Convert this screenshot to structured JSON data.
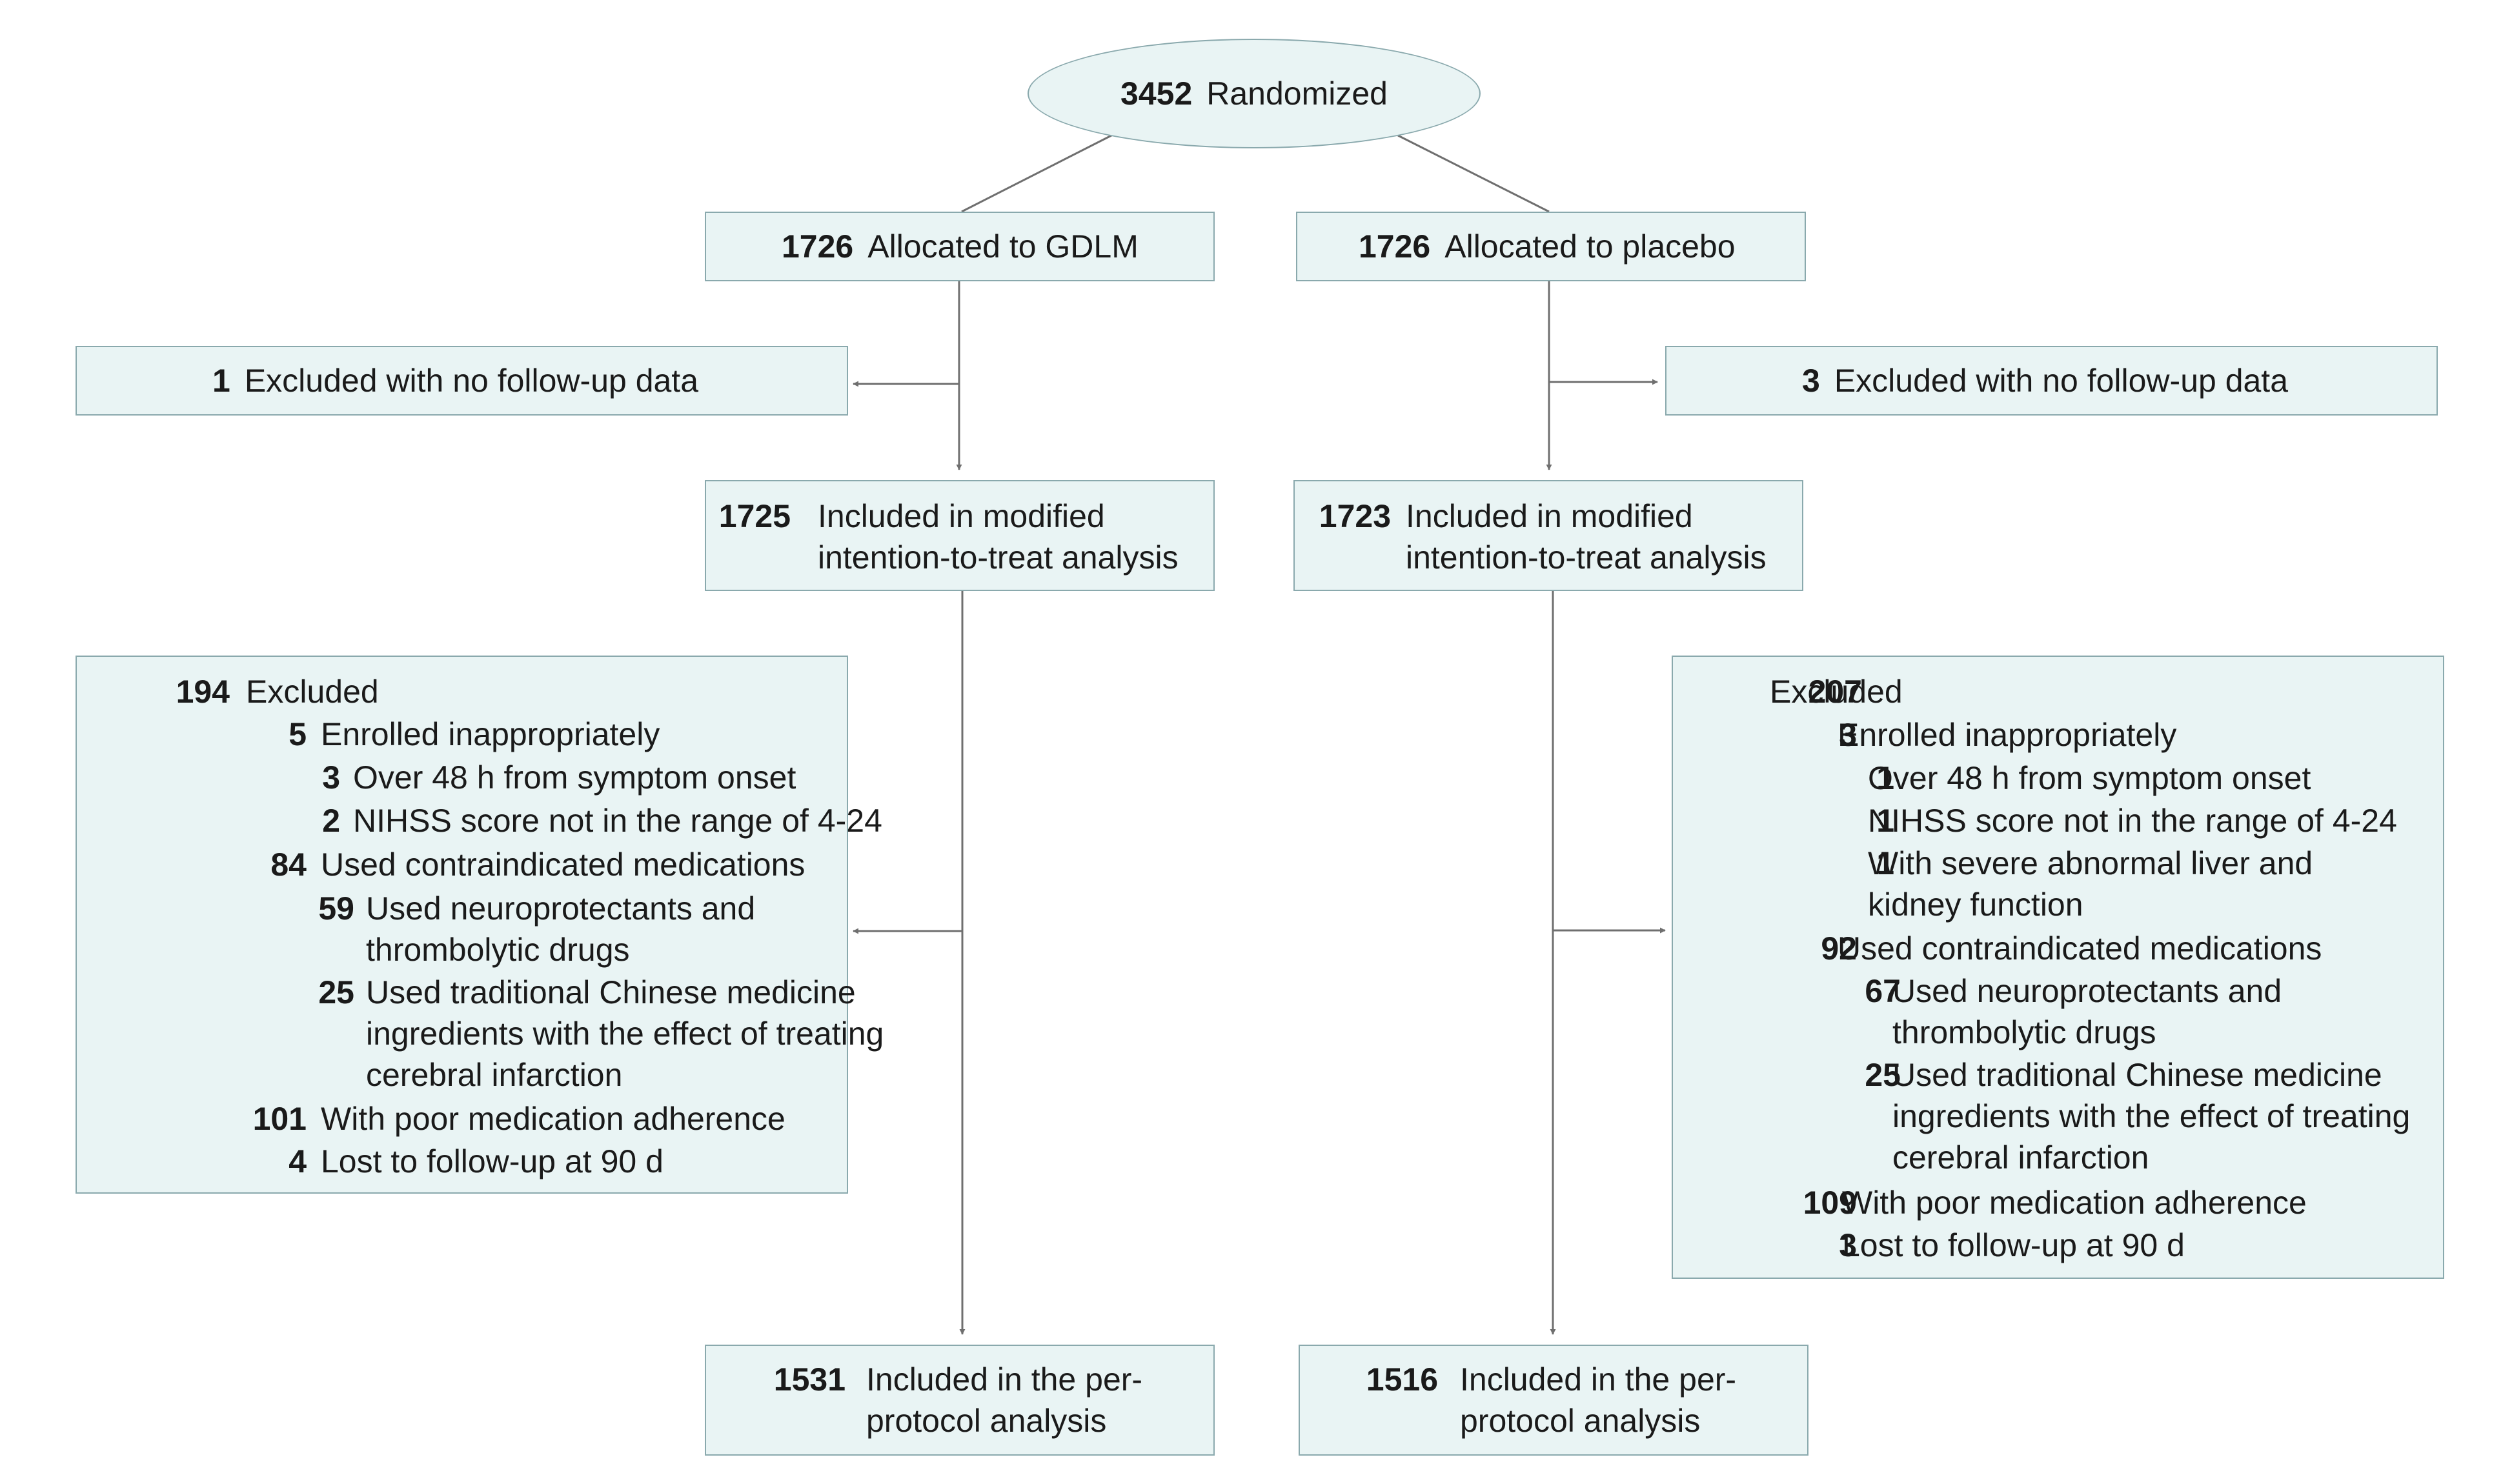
{
  "randomized": {
    "n": "3452",
    "label": "Randomized"
  },
  "gdlm": {
    "allocated": {
      "n": "1726",
      "label": "Allocated to GDLM"
    },
    "excluded_no_followup": {
      "n": "1",
      "label": "Excluded with no follow-up data"
    },
    "mitt": {
      "n": "1725",
      "line1": "Included in modified",
      "line2": "intention-to-treat analysis"
    },
    "excluded": {
      "n": "194",
      "label": "Excluded",
      "items": [
        {
          "n": "5",
          "text": "Enrolled inappropriately"
        },
        {
          "n": "3",
          "text": "Over 48 h from symptom onset"
        },
        {
          "n": "2",
          "text": "NIHSS score not in the range of 4-24"
        },
        {
          "n": "84",
          "text": "Used contraindicated medications"
        },
        {
          "n": "59",
          "text": "Used neuroprotectants and",
          "text2": "thrombolytic drugs"
        },
        {
          "n": "25",
          "text": "Used traditional Chinese medicine",
          "text2": "ingredients with the effect of treating",
          "text3": "cerebral infarction"
        },
        {
          "n": "101",
          "text": "With poor medication adherence"
        },
        {
          "n": "4",
          "text": "Lost to follow-up at 90 d"
        }
      ]
    },
    "per_protocol": {
      "n": "1531",
      "line1": "Included in the per-",
      "line2": "protocol analysis"
    }
  },
  "placebo": {
    "allocated": {
      "n": "1726",
      "label": "Allocated to placebo"
    },
    "excluded_no_followup": {
      "n": "3",
      "label": "Excluded with no follow-up data"
    },
    "mitt": {
      "n": "1723",
      "line1": "Included in modified",
      "line2": "intention-to-treat analysis"
    },
    "excluded": {
      "n": "207",
      "label": "Excluded",
      "items": [
        {
          "n": "3",
          "text": "Enrolled inappropriately"
        },
        {
          "n": "1",
          "text": "Over 48 h from symptom onset"
        },
        {
          "n": "1",
          "text": "NIHSS score not in the range of 4-24"
        },
        {
          "n": "1",
          "text": "With severe abnormal liver and",
          "text2": "kidney function"
        },
        {
          "n": "92",
          "text": "Used contraindicated medications"
        },
        {
          "n": "67",
          "text": "Used neuroprotectants and",
          "text2": "thrombolytic drugs"
        },
        {
          "n": "25",
          "text": "Used traditional Chinese medicine",
          "text2": "ingredients with the effect of treating",
          "text3": "cerebral infarction"
        },
        {
          "n": "109",
          "text": "With poor medication adherence"
        },
        {
          "n": "3",
          "text": "Lost to follow-up at 90 d"
        }
      ]
    },
    "per_protocol": {
      "n": "1516",
      "line1": "Included in the per-",
      "line2": "protocol analysis"
    }
  },
  "colors": {
    "box_fill": "#e9f4f4",
    "box_border": "#8aa9ad",
    "connector": "#6f6f6f"
  }
}
